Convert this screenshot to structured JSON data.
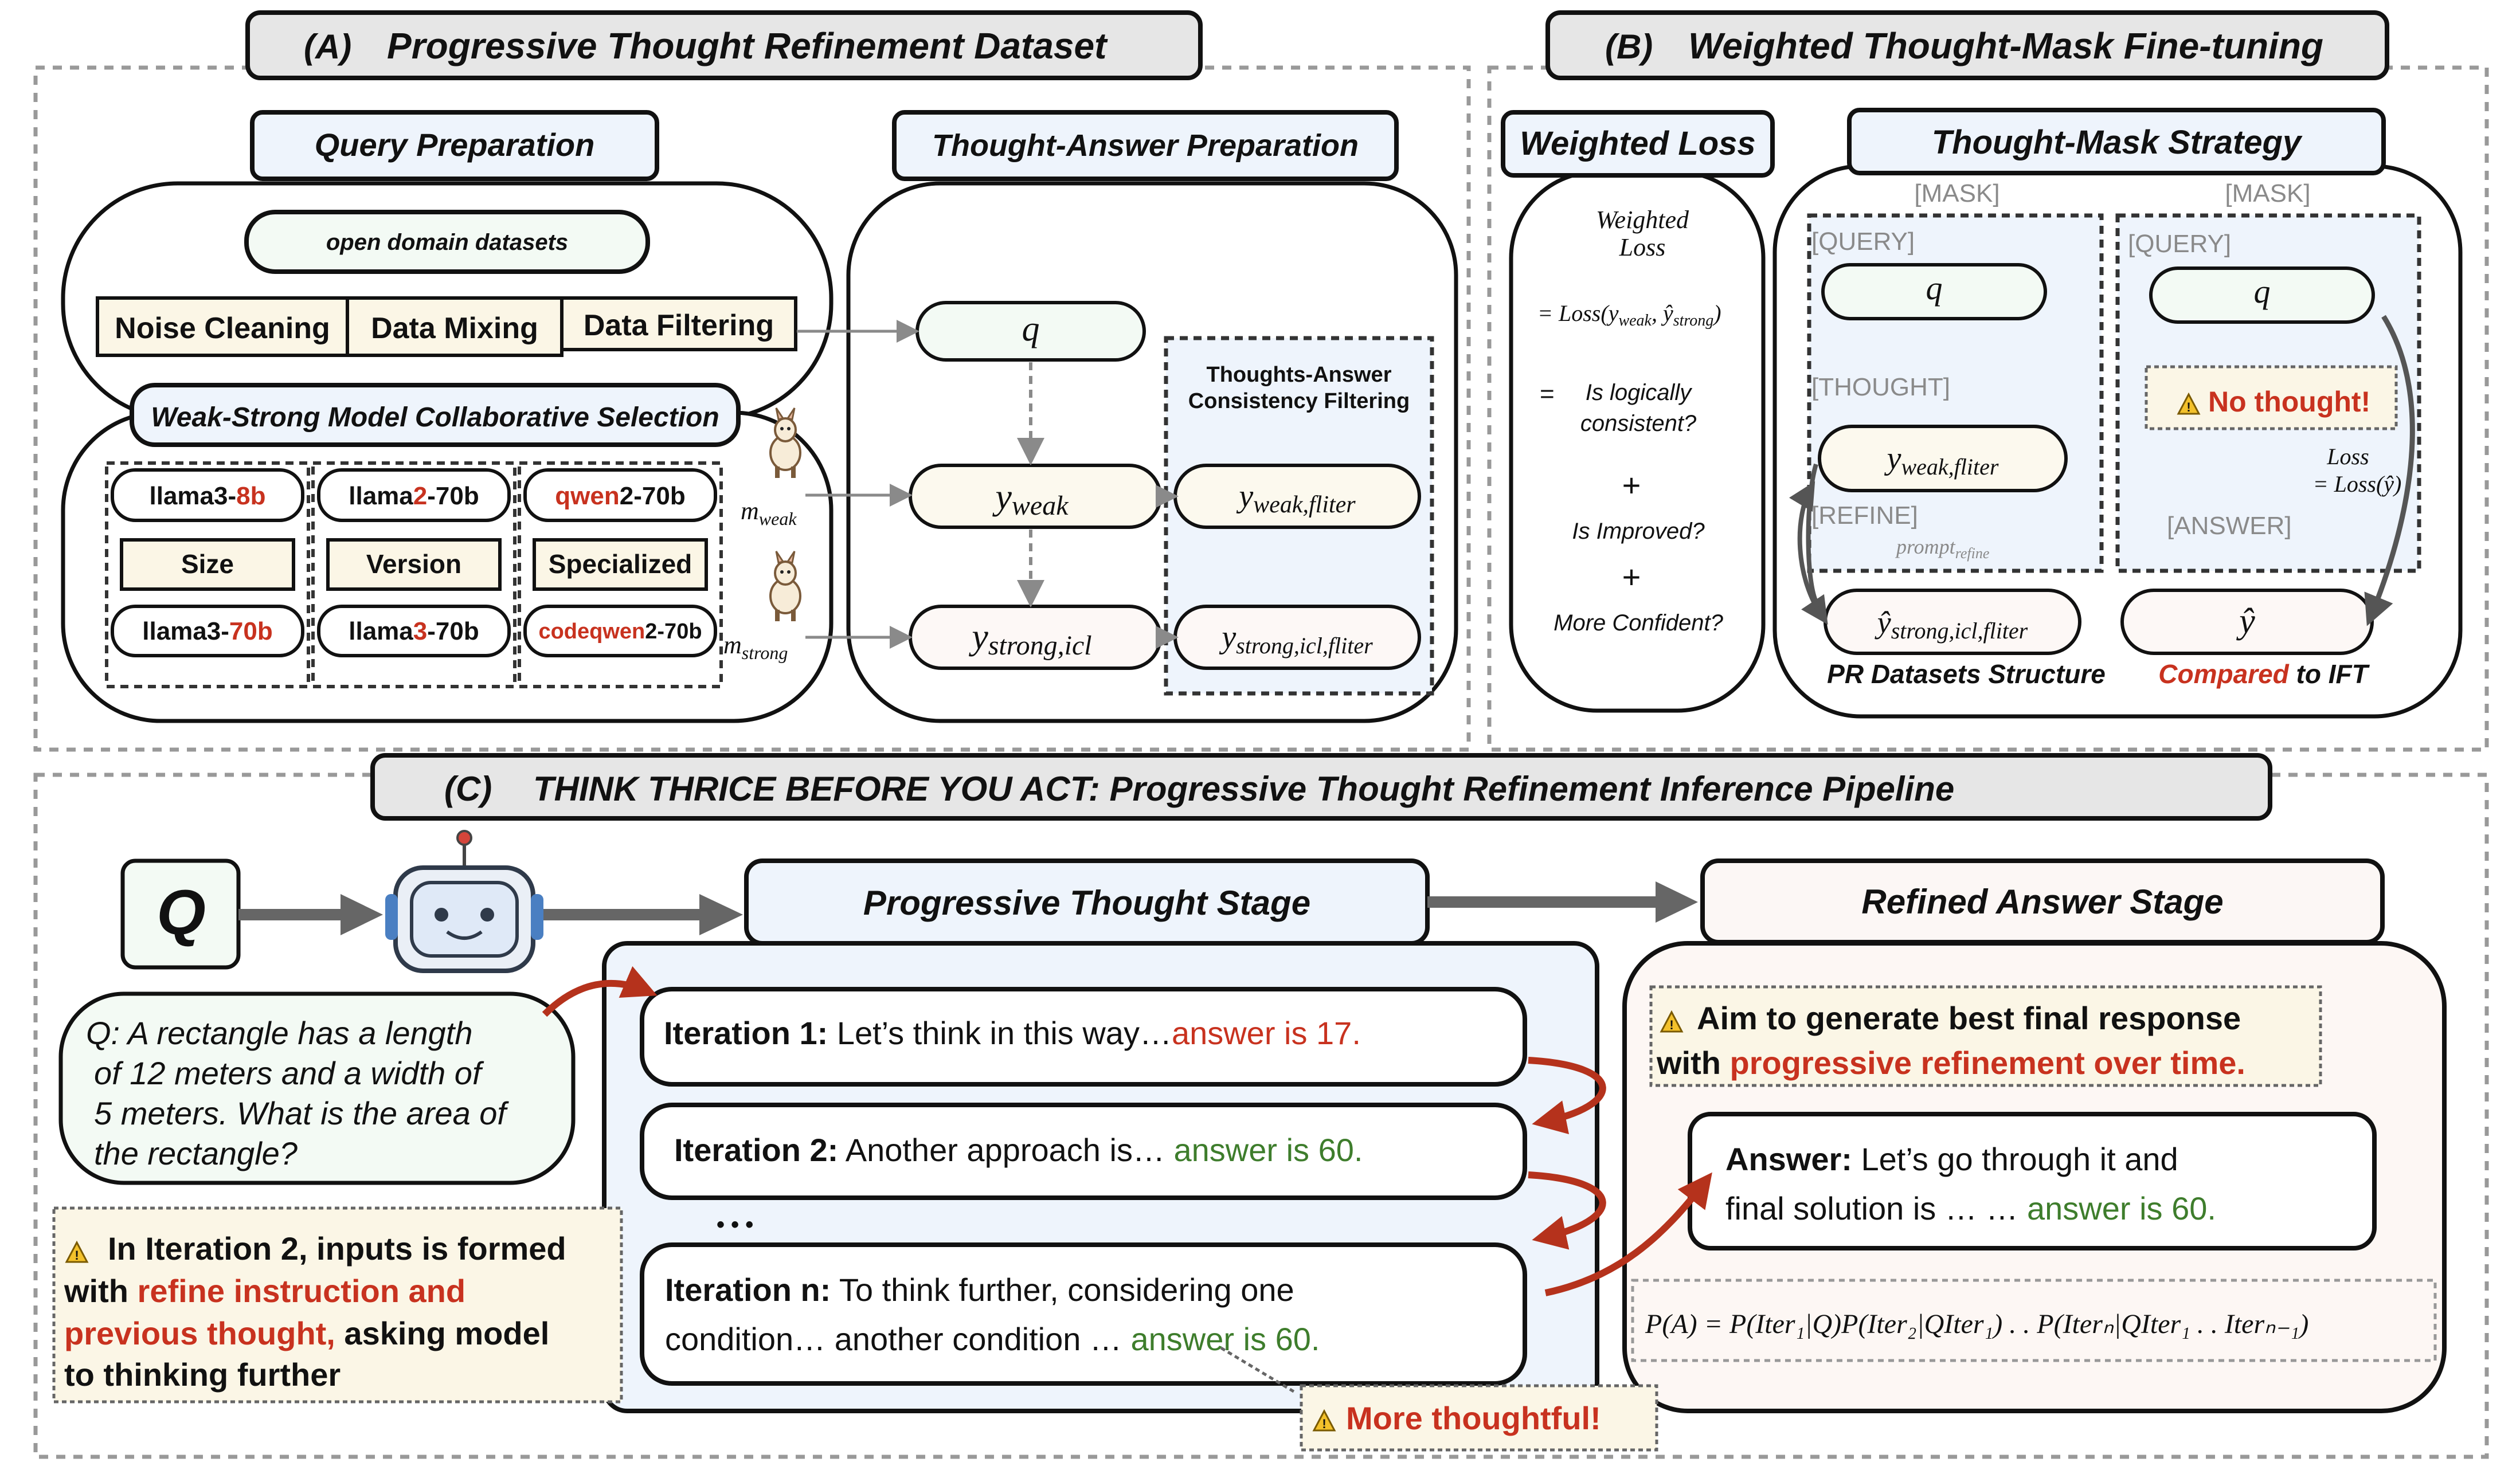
{
  "colors": {
    "red": "#c8321f",
    "green": "#3e7d2c",
    "panel_blue": "#eef4fc",
    "mint": "#f3faf4",
    "cream": "#fbf6e6",
    "pinkish": "#fcf7f5",
    "gray_box": "#e6e6e6"
  },
  "sections": {
    "a": {
      "label": "(A)",
      "title": "Progressive Thought Refinement Dataset"
    },
    "b": {
      "label": "(B)",
      "title": "Weighted Thought-Mask Fine-tuning"
    },
    "c": {
      "label": "(C)",
      "title": "THINK THRICE BEFORE YOU ACT:  Progressive Thought Refinement  Inference Pipeline"
    }
  },
  "query_prep": {
    "title": "Query Preparation",
    "datasets": "open domain datasets",
    "steps": [
      "Noise Cleaning",
      "Data Mixing",
      "Data Filtering"
    ]
  },
  "selection": {
    "title": "Weak-Strong Model Collaborative Selection",
    "col1": {
      "top_a": "llama3-",
      "top_b": "8b",
      "mid": "Size",
      "bot_a": "llama3-",
      "bot_b": "70b"
    },
    "col2": {
      "top_a": "llama",
      "top_b": "2",
      "top_c": "-70b",
      "mid": "Version",
      "bot_a": "llama",
      "bot_b": "3",
      "bot_c": "-70b"
    },
    "col3": {
      "top_a": "qwen",
      "top_b": "2-70b",
      "mid": "Specialized",
      "bot_a": "codeqwen",
      "bot_b": "2-70b"
    },
    "m_weak": {
      "base": "m",
      "sub": "weak"
    },
    "m_strong": {
      "base": "m",
      "sub": "strong"
    },
    "llama_icon": "llama-icon"
  },
  "thought_answer": {
    "title": "Thought-Answer Preparation",
    "q": "q",
    "y_weak": {
      "base": "y",
      "sub": "weak"
    },
    "y_strong": {
      "base": "y",
      "sub": "strong,icl"
    },
    "filter_title_1": "Thoughts-Answer",
    "filter_title_2": "Consistency Filtering",
    "y_weak_f": {
      "base": "y",
      "sub": "weak,fliter"
    },
    "y_strong_f": {
      "base": "y",
      "sub": "strong,icl,fliter"
    }
  },
  "weighted_loss": {
    "title": "Weighted Loss",
    "head_1": "Weighted",
    "head_2": "Loss",
    "eq_prefix": "= Loss(y",
    "eq_sub1": "weak",
    "eq_mid": ", ŷ",
    "eq_sub2": "strong",
    "eq_suffix": ")",
    "c1_a": "Is logically",
    "c1_b": "consistent?",
    "c2": "Is Improved?",
    "c3": "More Confident?",
    "eq_sign": "=",
    "plus": "+"
  },
  "mask_strategy": {
    "title": "Thought-Mask Strategy",
    "mask": "[MASK]",
    "query": "[QUERY]",
    "thought": "[THOUGHT]",
    "refine": "[REFINE]",
    "answer": "[ANSWER]",
    "q": "q",
    "y_weak_f": {
      "base": "y",
      "sub": "weak,fliter"
    },
    "prompt": {
      "base": "prompt",
      "sub": "refine"
    },
    "y_hat_strong": {
      "base": "ŷ",
      "sub": "strong,icl,fliter"
    },
    "y_hat": "ŷ",
    "no_thought": "No thought!",
    "loss_1": "Loss",
    "loss_2": "= Loss(ŷ)",
    "pr_caption": "PR Datasets Structure",
    "ift_a": "Compared",
    "ift_b": " to IFT"
  },
  "pipeline": {
    "q_label": "Q",
    "question": [
      "Q: A rectangle has a length",
      "of 12 meters and a width of",
      "5 meters. What is the area of",
      "the rectangle?"
    ],
    "prog_title": "Progressive Thought Stage",
    "refined_title": "Refined Answer Stage",
    "iter1": {
      "label": "Iteration 1:",
      "text": " Let’s think in this way…",
      "ans": "answer is 17."
    },
    "iter2": {
      "label": "Iteration 2:",
      "text": " Another approach is… ",
      "ans": "answer is 60."
    },
    "dots": "• • •",
    "itern": {
      "label": "Iteration n:",
      "text1": " To think further, considering one",
      "text2": "condition… another condition … ",
      "ans": "answer is 60."
    },
    "note_iter": {
      "l1": "In Iteration 2, inputs is formed",
      "l2a": "with ",
      "l2b": "refine instruction and",
      "l3a": "previous thought,",
      "l3b": " asking model",
      "l4": "to thinking further"
    },
    "aim": {
      "l1": "Aim to generate best final response",
      "l2a": "with ",
      "l2b": "progressive refinement over time."
    },
    "answer": {
      "label": "Answer:",
      "l1": " Let’s go through it and",
      "l2": "final solution is … … ",
      "ans": "answer is 60."
    },
    "formula": "P(A) = P(Iter₁|Q)P(Iter₂|QIter₁) . . P(Iterₙ|QIter₁ . . Iterₙ₋₁)",
    "more_thoughtful": "More thoughtful!"
  }
}
